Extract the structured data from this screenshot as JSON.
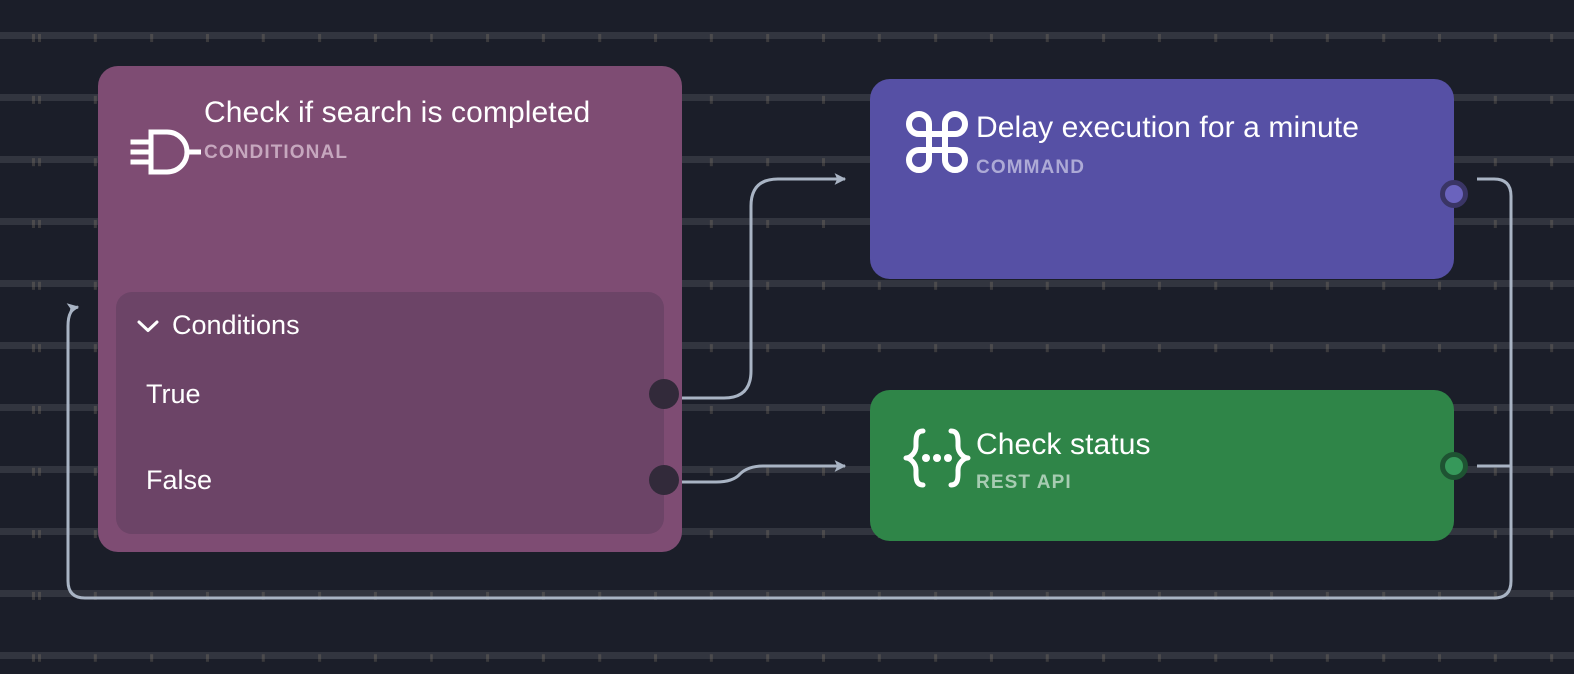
{
  "canvas": {
    "background_color": "#1b1e29",
    "grid": "dot-grid",
    "edge_color": "#a9b4c4"
  },
  "nodes": [
    {
      "id": "conditional",
      "title": "Check if search is completed",
      "subtitle": "CONDITIONAL",
      "icon": "logic-gate-icon",
      "color": "#7e4c73",
      "panel": {
        "header": "Conditions",
        "expanded": true,
        "chevron": "chevron-down-icon",
        "color": "#6c4467",
        "rows": [
          {
            "label": "True",
            "port_color": "#322a3a"
          },
          {
            "label": "False",
            "port_color": "#322a3a"
          }
        ]
      }
    },
    {
      "id": "command",
      "title": "Delay execution for a minute",
      "subtitle": "COMMAND",
      "icon": "command-icon",
      "color": "#5650a5",
      "port_color": "#6a63bd"
    },
    {
      "id": "rest",
      "title": "Check status",
      "subtitle": "REST API",
      "icon": "curly-braces-icon",
      "color": "#2f8548",
      "port_color": "#36985a"
    }
  ],
  "edges": [
    {
      "id": "true-to-command",
      "from": "conditional.true",
      "to": "command"
    },
    {
      "id": "false-to-rest",
      "from": "conditional.false",
      "to": "rest"
    },
    {
      "id": "command-loopback",
      "from": "command",
      "to": "conditional"
    },
    {
      "id": "rest-loopback",
      "from": "rest",
      "to": "conditional"
    }
  ]
}
